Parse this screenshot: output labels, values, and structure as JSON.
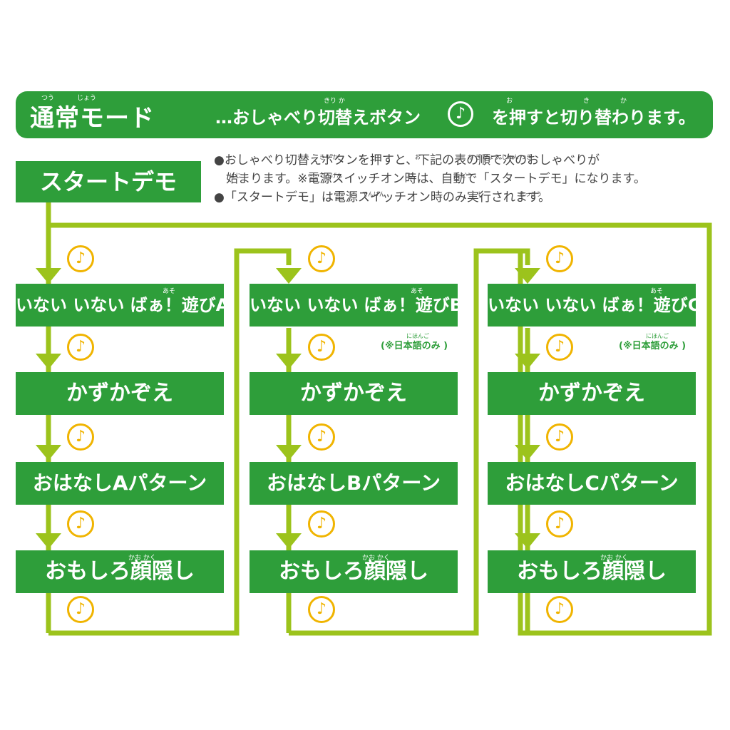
{
  "header": {
    "title": "通常モード",
    "text_a": "…おしゃべり切替えボタン",
    "note_symbol": "♪",
    "text_b": "を押すと切り替わります。",
    "ruby_title_1": "つう",
    "ruby_title_2": "じょう",
    "ruby_kirikae": "きり  か",
    "ruby_osu": "お",
    "ruby_kiri2": "き",
    "ruby_ka2": "か"
  },
  "start_label": "スタートデモ",
  "notes": {
    "line1": "●おしゃべり切替えボタンを押すと、下記の表の順で次のおしゃべりが",
    "line2": "　始まります。※電源スイッチオン時は、自動で「スタートデモ」になります。",
    "line3": "●「スタートデモ」は電源スイッチオン時のみ実行されます。",
    "ruby_l1": "きり  か",
    "ruby_l1b": "お",
    "ruby_l1c": "か  き   ひょう  じゅん   つぎ",
    "ruby_l2a": "はじ",
    "ruby_l2b": "でんげん",
    "ruby_l2c": "じ",
    "ruby_l2d": "じ どう",
    "ruby_l3a": "でんげん",
    "ruby_l3b": "じ",
    "ruby_l3c": "じっこう"
  },
  "columns": [
    {
      "items": [
        "いない いない ばぁ！遊びA",
        "かずかぞえ",
        "おはなしAパターン",
        "おもしろ顔隠し"
      ],
      "ruby_asobi": "あそ",
      "ruby_kao": "かお  かく"
    },
    {
      "items": [
        "いない いない ばぁ！遊びB",
        "かずかぞえ",
        "おはなしBパターン",
        "おもしろ顔隠し"
      ],
      "ruby_asobi": "あそ",
      "ruby_kao": "かお  かく",
      "jp_only": "(※日本語のみ )",
      "ruby_jp": "にほんご"
    },
    {
      "items": [
        "いない いない ばぁ！遊びC",
        "かずかぞえ",
        "おはなしCパターン",
        "おもしろ顔隠し"
      ],
      "ruby_asobi": "あそ",
      "ruby_kao": "かお  かく",
      "jp_only": "(※日本語のみ )",
      "ruby_jp": "にほんご"
    }
  ],
  "note_symbol": "♪",
  "colors": {
    "green": "#2e9e3a",
    "line": "#9cc31c",
    "note": "#f0b400"
  }
}
